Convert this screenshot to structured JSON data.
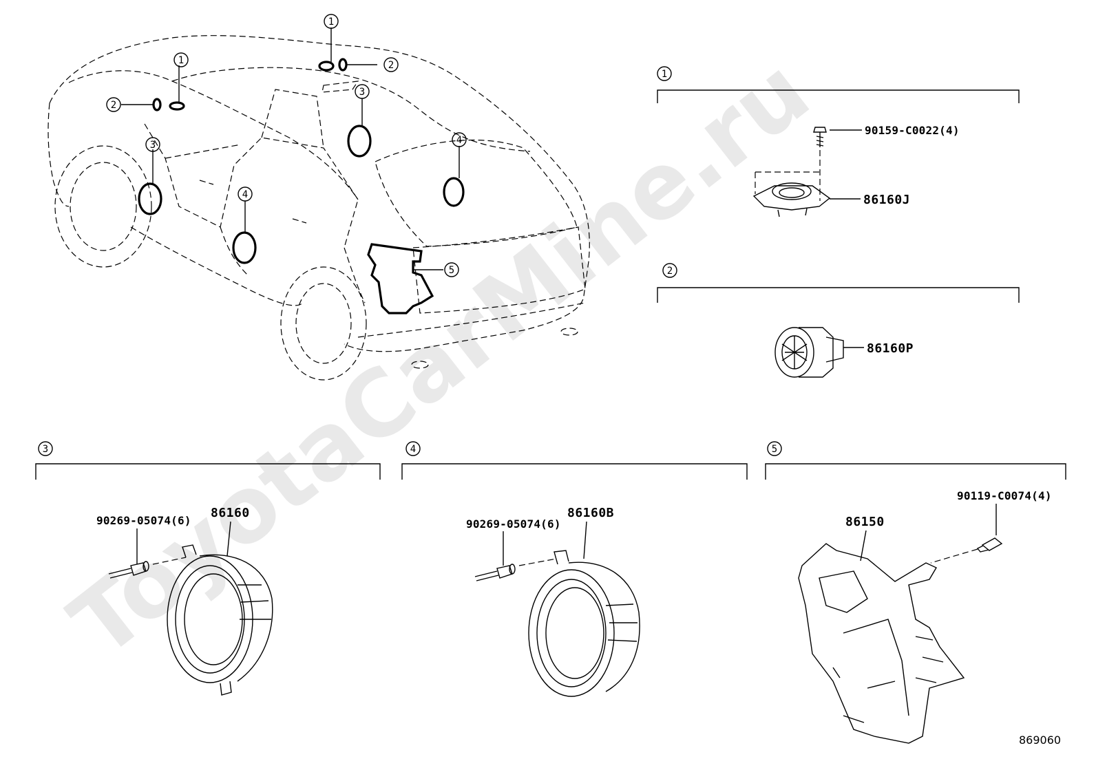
{
  "diagram": {
    "watermark": "ToyotaCarMine.ru",
    "figure_number": "869060",
    "vehicle_callouts": [
      "1",
      "2",
      "3",
      "4",
      "5"
    ],
    "groups": [
      {
        "id": "1",
        "label": "1",
        "parts": [
          {
            "number": "90159-C0022(4)"
          },
          {
            "number": "86160J"
          }
        ]
      },
      {
        "id": "2",
        "label": "2",
        "parts": [
          {
            "number": "86160P"
          }
        ]
      },
      {
        "id": "3",
        "label": "3",
        "parts": [
          {
            "number": "90269-05074(6)"
          },
          {
            "number": "86160"
          }
        ]
      },
      {
        "id": "4",
        "label": "4",
        "parts": [
          {
            "number": "90269-05074(6)"
          },
          {
            "number": "86160B"
          }
        ]
      },
      {
        "id": "5",
        "label": "5",
        "parts": [
          {
            "number": "90119-C0074(4)"
          },
          {
            "number": "86150"
          }
        ]
      }
    ]
  }
}
